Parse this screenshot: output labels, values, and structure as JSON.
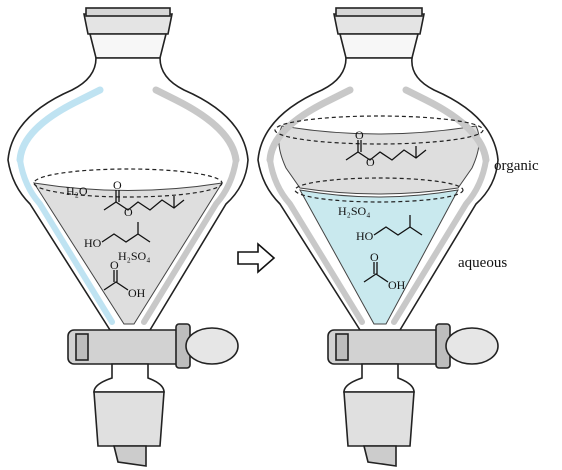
{
  "colors": {
    "glass_gray": "#c8c8c8",
    "glass_light": "#e2e2e2",
    "liquid_gray": "#dcdcdc",
    "aqueous_blue": "#c9e9ee",
    "highlight_blue": "#bfe3f2",
    "outline": "#222222"
  },
  "left_funnel": {
    "water": "H₂O",
    "acid": "H₂SO₄",
    "alcohol_oh": "HO",
    "acetic_oh": "OH",
    "ester_o_carbonyl": "O",
    "ester_o_link": "O",
    "acetic_o_carbonyl": "O"
  },
  "right_funnel": {
    "organic_label": "organic",
    "aqueous_label": "aqueous",
    "acid": "H₂SO₄",
    "alcohol_oh": "HO",
    "acetic_oh": "OH",
    "ester_o_carbonyl": "O",
    "ester_o_link": "O",
    "acetic_o_carbonyl": "O"
  },
  "arrow_icon": "hollow-right-arrow"
}
